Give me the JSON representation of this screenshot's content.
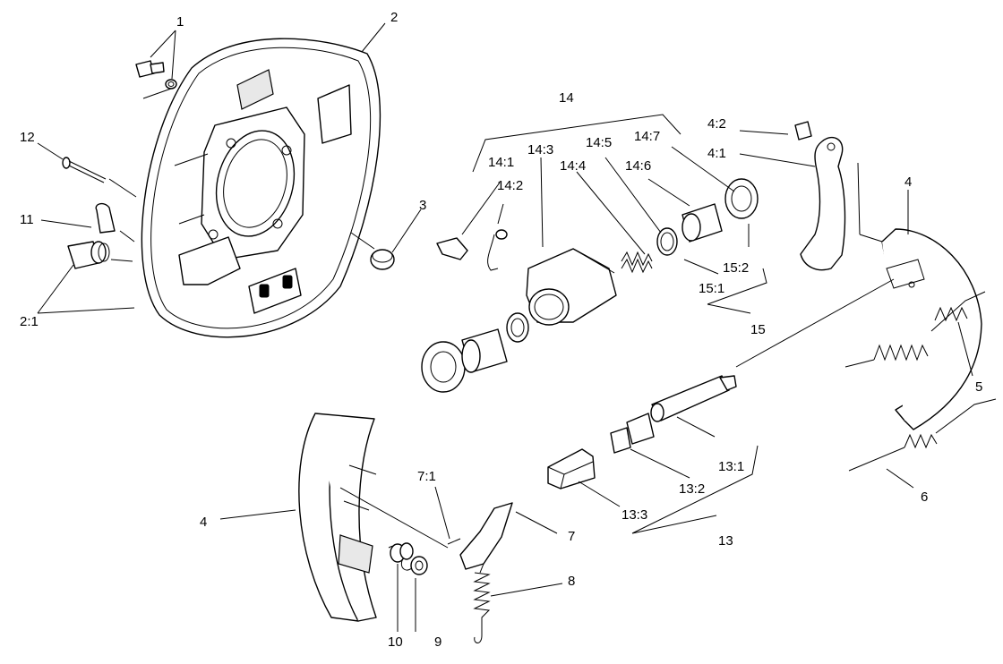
{
  "labels": {
    "l1": "1",
    "l2": "2",
    "l3": "3",
    "l4_top": "4",
    "l4_bottom": "4",
    "l4_1": "4:1",
    "l4_2": "4:2",
    "l5": "5",
    "l6": "6",
    "l7": "7",
    "l7_1": "7:1",
    "l8": "8",
    "l9": "9",
    "l10": "10",
    "l11": "11",
    "l12": "12",
    "l13": "13",
    "l13_1": "13:1",
    "l13_2": "13:2",
    "l13_3": "13:3",
    "l14": "14",
    "l14_1": "14:1",
    "l14_2": "14:2",
    "l14_3": "14:3",
    "l14_4": "14:4",
    "l14_5": "14:5",
    "l14_6": "14:6",
    "l14_7": "14:7",
    "l15": "15",
    "l15_1": "15:1",
    "l15_2": "15:2",
    "l2_1": "2:1"
  }
}
